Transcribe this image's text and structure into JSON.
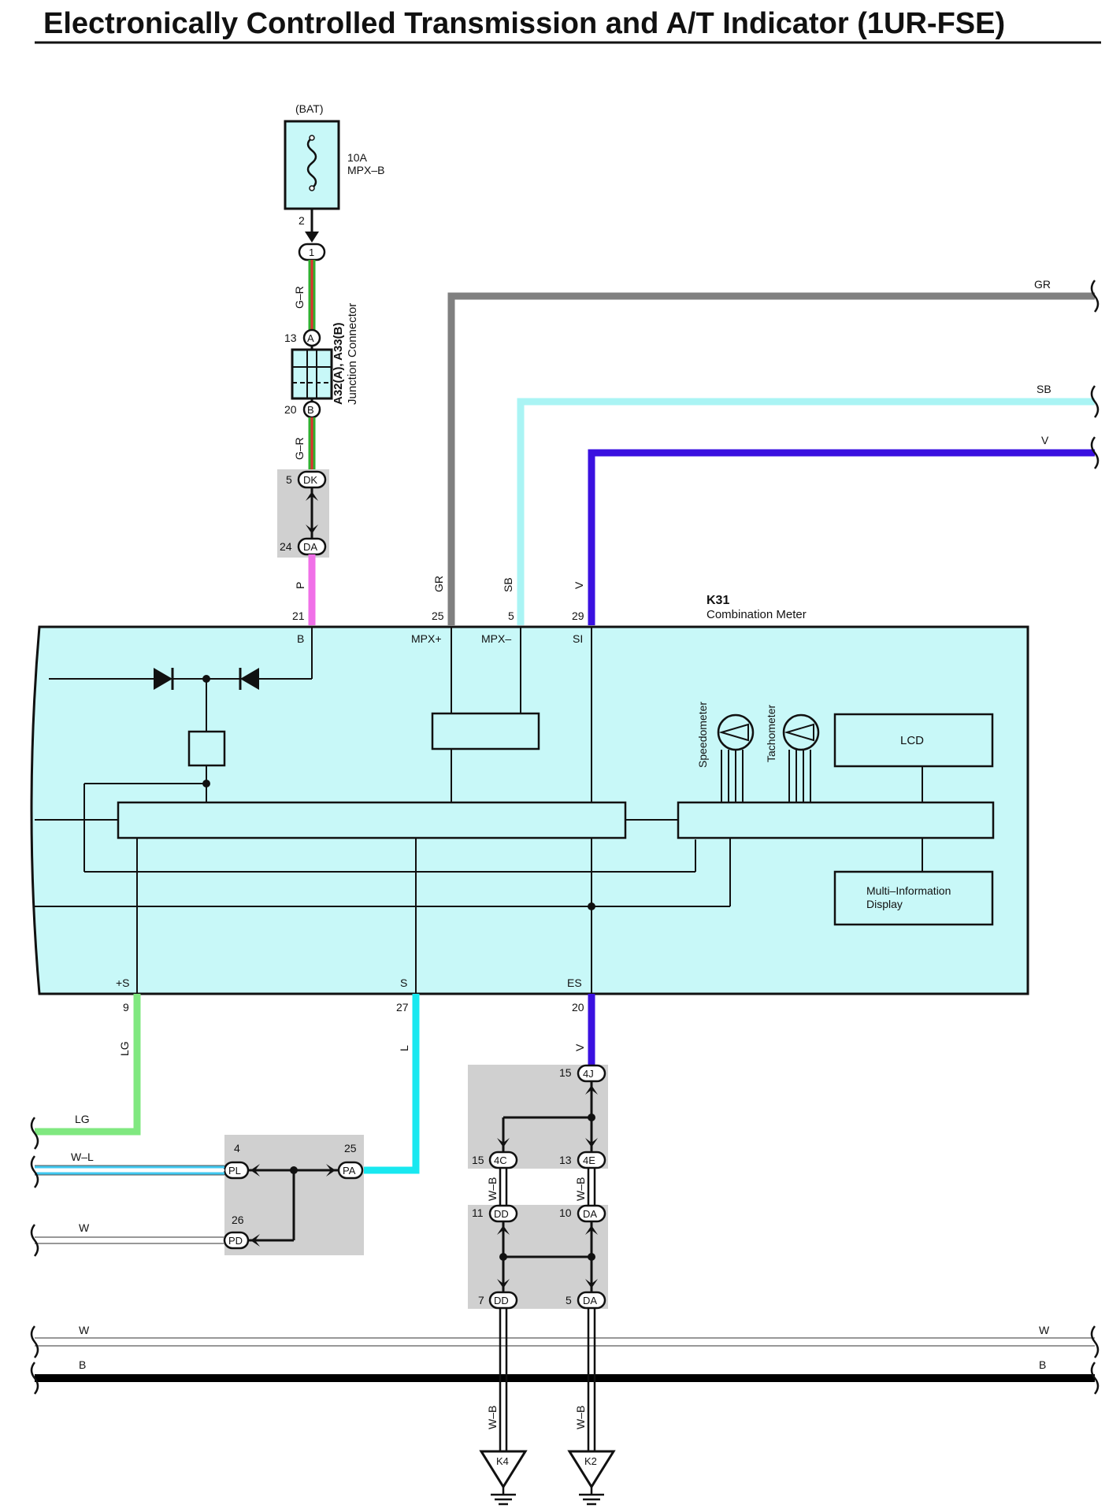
{
  "title": "Electronically Controlled Transmission and A/T Indicator (1UR-FSE)",
  "fuse": {
    "source": "(BAT)",
    "rating": "10A",
    "name": "MPX–B",
    "pin_out": "2",
    "terminal": "1"
  },
  "junction": {
    "code": "A32(A), A33(B)",
    "name": "Junction Connector",
    "pin_a": "13",
    "term_a": "A",
    "pin_b": "20",
    "term_b": "B"
  },
  "meter": {
    "code": "K31",
    "name": "Combination Meter",
    "top_pins": [
      {
        "num": "21",
        "name": "B",
        "wire": "P"
      },
      {
        "num": "25",
        "name": "MPX+",
        "wire": "GR"
      },
      {
        "num": "5",
        "name": "MPX–",
        "wire": "SB"
      },
      {
        "num": "29",
        "name": "SI",
        "wire": "V"
      }
    ],
    "bottom_pins": [
      {
        "num": "9",
        "name": "+S",
        "wire": "LG"
      },
      {
        "num": "27",
        "name": "S",
        "wire": "L"
      },
      {
        "num": "20",
        "name": "ES",
        "wire": "V"
      }
    ],
    "gauges": [
      "Speedometer",
      "Tachometer"
    ],
    "lcd": "LCD",
    "mid_line1": "Multi–Information",
    "mid_line2": "Display"
  },
  "wires": {
    "gr": "G–R",
    "gr2": "G–R",
    "gr_right": "GR",
    "sb_right": "SB",
    "v_right": "V",
    "lg_left": "LG",
    "wl_left": "W–L",
    "w_left": "W",
    "w_bus_left": "W",
    "w_bus_right": "W",
    "b_bus_left": "B",
    "b_bus_right": "B",
    "wb1": "W–B",
    "wb2": "W–B",
    "wb3": "W–B",
    "wb4": "W–B"
  },
  "connectors": {
    "dk": {
      "pin": "5",
      "code": "DK"
    },
    "da_top": {
      "pin": "24",
      "code": "DA"
    },
    "pl": {
      "pin": "4",
      "code": "PL"
    },
    "pa": {
      "pin": "25",
      "code": "PA"
    },
    "pd": {
      "pin": "26",
      "code": "PD"
    },
    "j4": {
      "pin": "15",
      "code": "4J"
    },
    "c4": {
      "pin": "15",
      "code": "4C"
    },
    "e4": {
      "pin": "13",
      "code": "4E"
    },
    "dd1": {
      "pin": "11",
      "code": "DD"
    },
    "da1": {
      "pin": "10",
      "code": "DA"
    },
    "dd2": {
      "pin": "7",
      "code": "DD"
    },
    "da2": {
      "pin": "5",
      "code": "DA"
    }
  },
  "grounds": [
    {
      "code": "K4"
    },
    {
      "code": "K2"
    }
  ],
  "colors": {
    "panel": "#c8f8f8",
    "gr": "#808080",
    "sb": "#aaf4f4",
    "v": "#3a10e0",
    "p": "#f070e8",
    "lg": "#80e880",
    "l": "#18e8f0",
    "wl_blue": "#40c8f0",
    "green": "#30b030",
    "red": "#e03030",
    "junction_bg": "#d0d0d0"
  }
}
